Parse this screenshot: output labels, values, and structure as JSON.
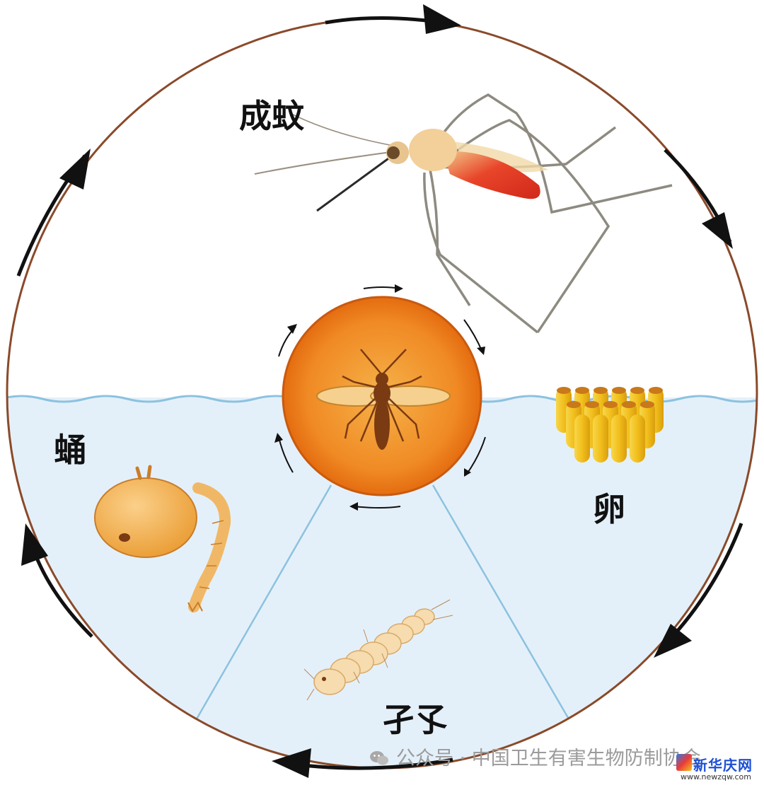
{
  "diagram": {
    "stages": {
      "adult": "成蚊",
      "pupa": "蛹",
      "egg": "卵",
      "larva": "孑孓"
    },
    "watermark": "公众号 · 中国卫生有害生物防制协会",
    "site_mark": {
      "name": "新华庆网",
      "url": "www.newzqw.com"
    }
  },
  "colors": {
    "circle_outline": "#8a4a2a",
    "arrow": "#111111",
    "water": "#e4f0f9",
    "water_line": "#8cc2e0",
    "center_disc": "#f07a1c",
    "center_disc_inner": "#f5a23a",
    "mosquito_body": "#7a3a12",
    "egg": "#f2c01e",
    "pupa": "#f0ad4a",
    "larva": "#f6dcae"
  },
  "icons": [
    "wechat-icon",
    "site-logo-icon"
  ]
}
